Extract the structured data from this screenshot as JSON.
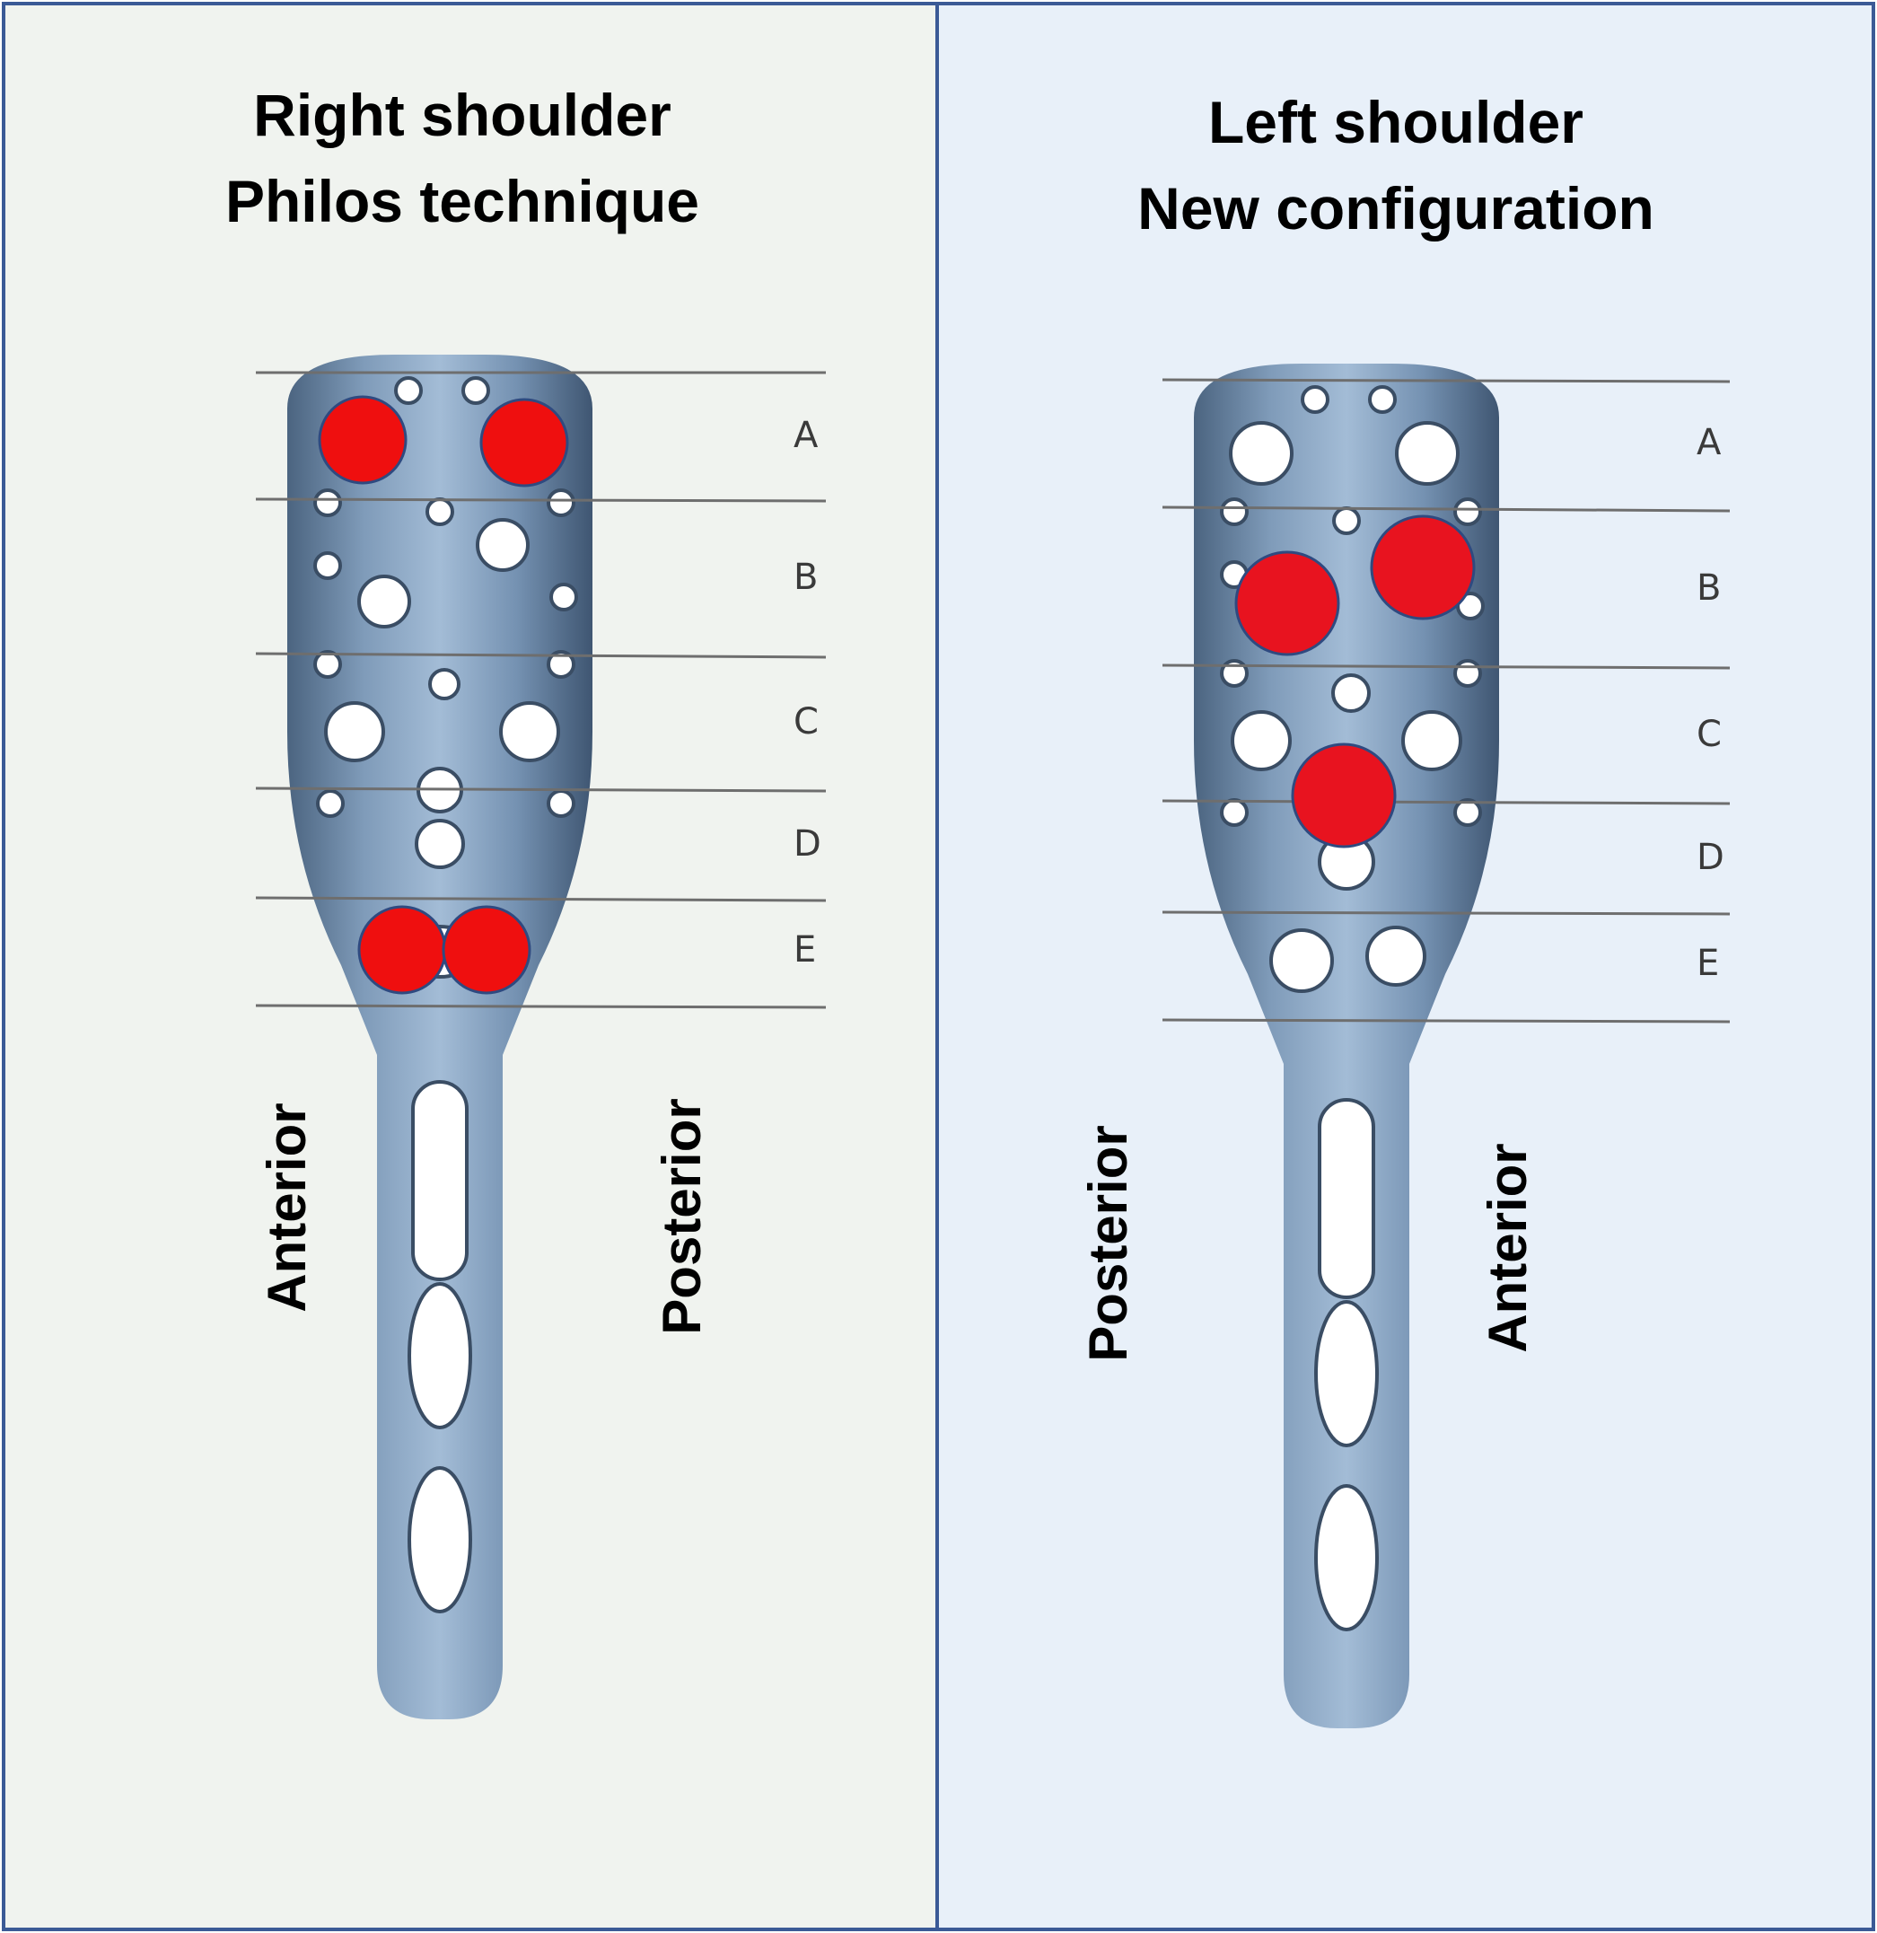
{
  "colors": {
    "left_bg": "#f0f3ef",
    "right_bg": "#e8f0f9",
    "frame": "#3b5a96",
    "plate_light": "#8ea9c6",
    "plate_dark": "#3f5672",
    "marker": "#ef0f0f",
    "guide_line": "#6e6e6e"
  },
  "left_panel": {
    "title_line1": "Right shoulder",
    "title_line2": "Philos technique",
    "side_left": "Anterior",
    "side_right": "Posterior",
    "zones": [
      "A",
      "B",
      "C",
      "D",
      "E"
    ]
  },
  "right_panel": {
    "title_line1": "Left shoulder",
    "title_line2": "New configuration",
    "side_left": "Posterior",
    "side_right": "Anterior",
    "zones": [
      "A",
      "B",
      "C",
      "D",
      "E"
    ]
  }
}
